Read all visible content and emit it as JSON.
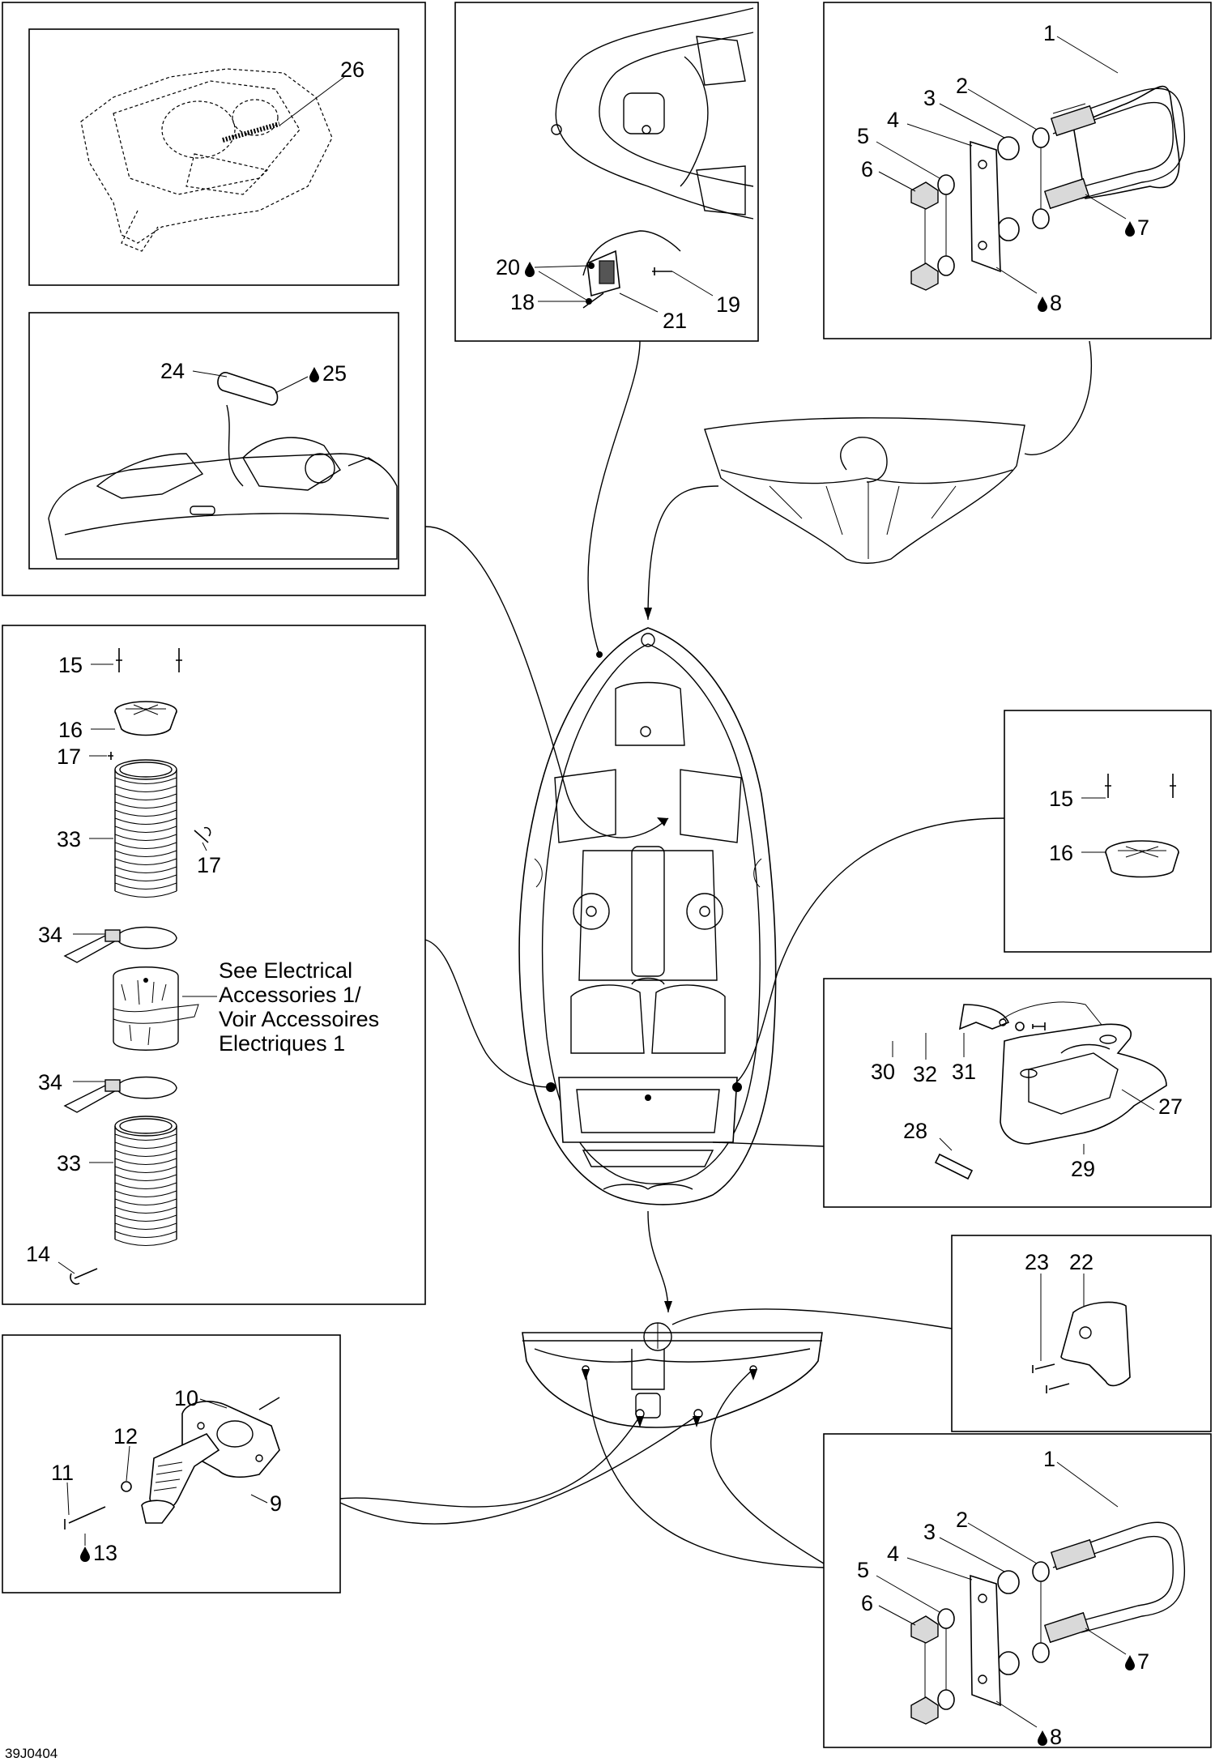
{
  "diagram_code": "39J0404",
  "note_lines": [
    "See Electrical",
    "Accessories 1/",
    "Voir Accessoires",
    "Electriques 1"
  ],
  "labels": {
    "p1": "1",
    "p2": "2",
    "p3": "3",
    "p4": "4",
    "p5": "5",
    "p6": "6",
    "p7": "7",
    "p8": "8",
    "p9": "9",
    "p10": "10",
    "p11": "11",
    "p12": "12",
    "p13": "13",
    "p14": "14",
    "p15": "15",
    "p16": "16",
    "p17": "17",
    "p18": "18",
    "p19": "19",
    "p20": "20",
    "p21": "21",
    "p22": "22",
    "p23": "23",
    "p24": "24",
    "p25": "25",
    "p26": "26",
    "p27": "27",
    "p28": "28",
    "p29": "29",
    "p30": "30",
    "p31": "31",
    "p32": "32",
    "p33": "33",
    "p34": "34"
  },
  "icons": {
    "drop": "liquid-drop-icon"
  }
}
